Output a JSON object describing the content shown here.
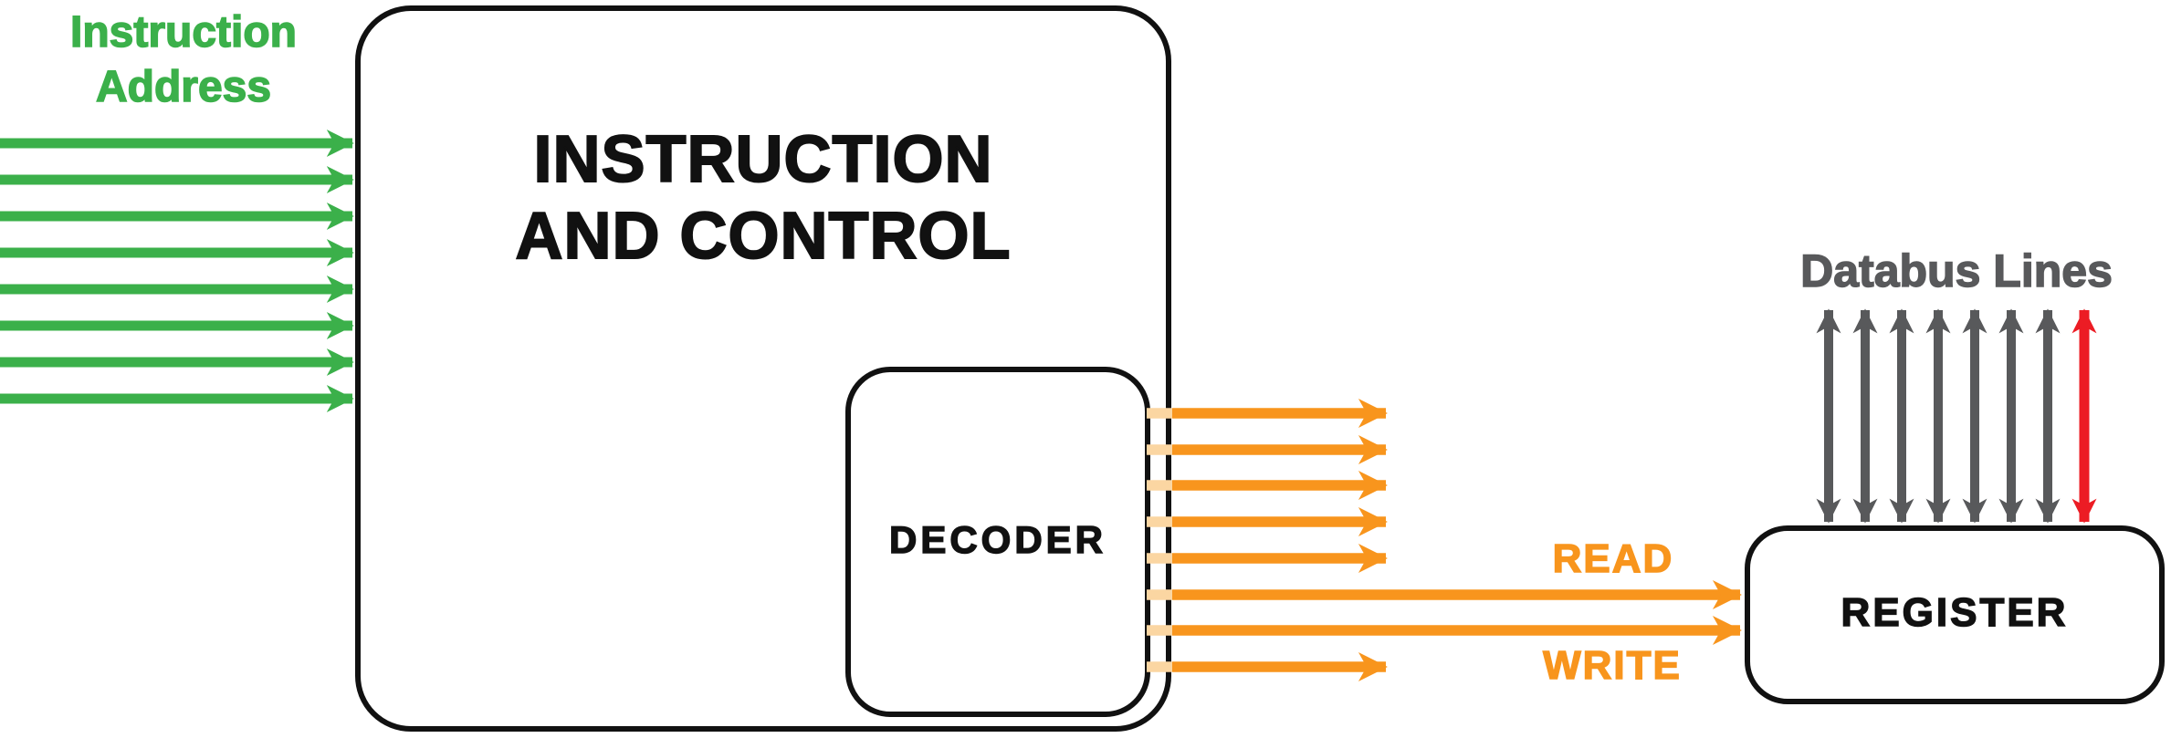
{
  "diagram": {
    "type": "cpu-block-diagram",
    "background": "#ffffff",
    "colors": {
      "green": "#3BB04A",
      "orange": "#F8951D",
      "orange_light": "#FBD6A2",
      "gray": "#58595B",
      "red": "#EC1C24",
      "ink": "#111111"
    },
    "blocks": {
      "instruction_and_control": {
        "title_line1": "INSTRUCTION",
        "title_line2": "AND CONTROL"
      },
      "decoder": {
        "title": "DECODER"
      },
      "register": {
        "title": "REGISTER"
      }
    },
    "buses": {
      "instruction_address": {
        "label_line1": "Instruction",
        "label_line2": "Address",
        "line_count": 8,
        "direction": "right into instruction-and-control block"
      },
      "decoder_outputs": {
        "line_count": 8,
        "short_line_count": 6,
        "read_label": "READ",
        "write_label": "WRITE",
        "direction": "right out of decoder; READ and WRITE reach register"
      },
      "databus": {
        "label": "Databus Lines",
        "line_count": 8,
        "gray_line_count": 7,
        "red_line_count": 1,
        "red_line_position": "rightmost",
        "direction": "bidirectional into top of register"
      }
    }
  }
}
